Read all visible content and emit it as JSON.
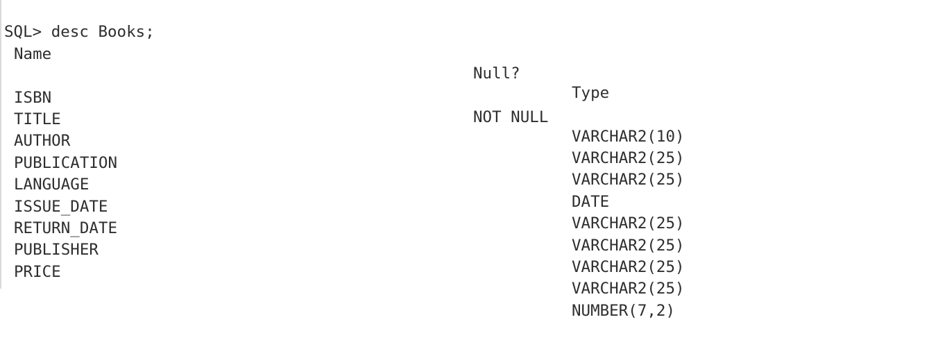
{
  "terminal": {
    "prompt": "SQL> desc Books;",
    "header": {
      "name": "Name",
      "null": "Null?",
      "type": "Type"
    },
    "separator": {
      "name": "---------------------------------------",
      "null": "--------",
      "type": "----------------------------"
    },
    "rows": [
      {
        "name": "ISBN",
        "null": "NOT NULL",
        "type": "VARCHAR2(10)"
      },
      {
        "name": "TITLE",
        "null": "",
        "type": "VARCHAR2(25)"
      },
      {
        "name": "AUTHOR",
        "null": "",
        "type": "VARCHAR2(25)"
      },
      {
        "name": "PUBLICATION",
        "null": "",
        "type": "DATE"
      },
      {
        "name": "LANGUAGE",
        "null": "",
        "type": "VARCHAR2(25)"
      },
      {
        "name": "ISSUE_DATE",
        "null": "",
        "type": "VARCHAR2(25)"
      },
      {
        "name": "RETURN_DATE",
        "null": "",
        "type": "VARCHAR2(25)"
      },
      {
        "name": "PUBLISHER",
        "null": "",
        "type": "VARCHAR2(25)"
      },
      {
        "name": "PRICE",
        "null": "",
        "type": "NUMBER(7,2)"
      }
    ]
  }
}
